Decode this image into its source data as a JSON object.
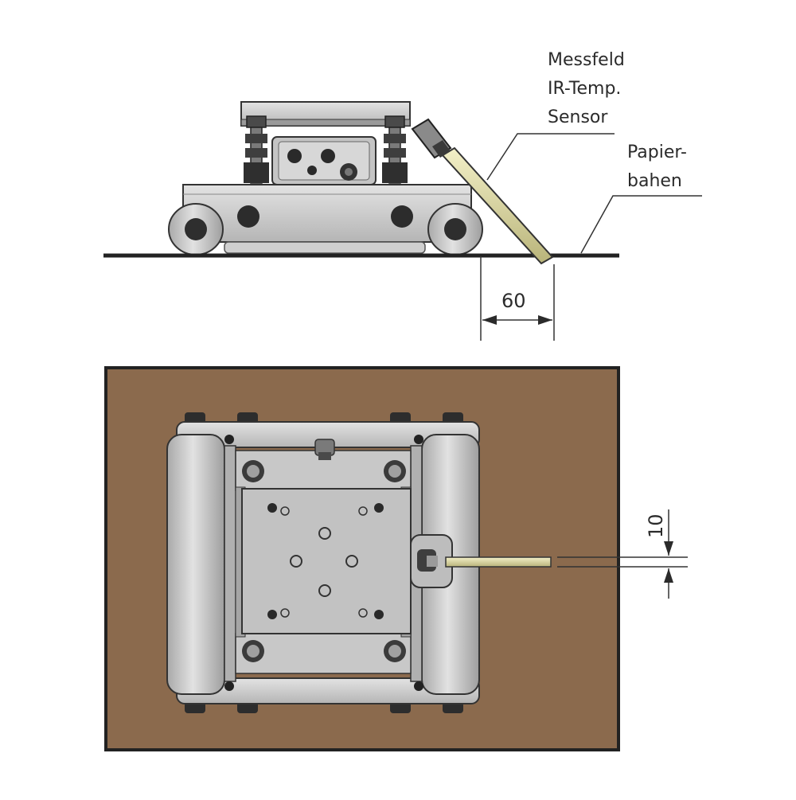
{
  "labels": {
    "sensor": [
      "Messfeld",
      "IR-Temp.",
      "Sensor"
    ],
    "paper": [
      "Papier-",
      "bahen"
    ]
  },
  "dimensions": {
    "side_distance": "60",
    "top_spot": "10"
  },
  "colors": {
    "paper_web": "#8b6a4d",
    "metal_light": "#d0d0d0",
    "metal_mid": "#bdbdbd",
    "metal_dark": "#3a3a3a",
    "sensor_rod": "#e3e0b0"
  }
}
